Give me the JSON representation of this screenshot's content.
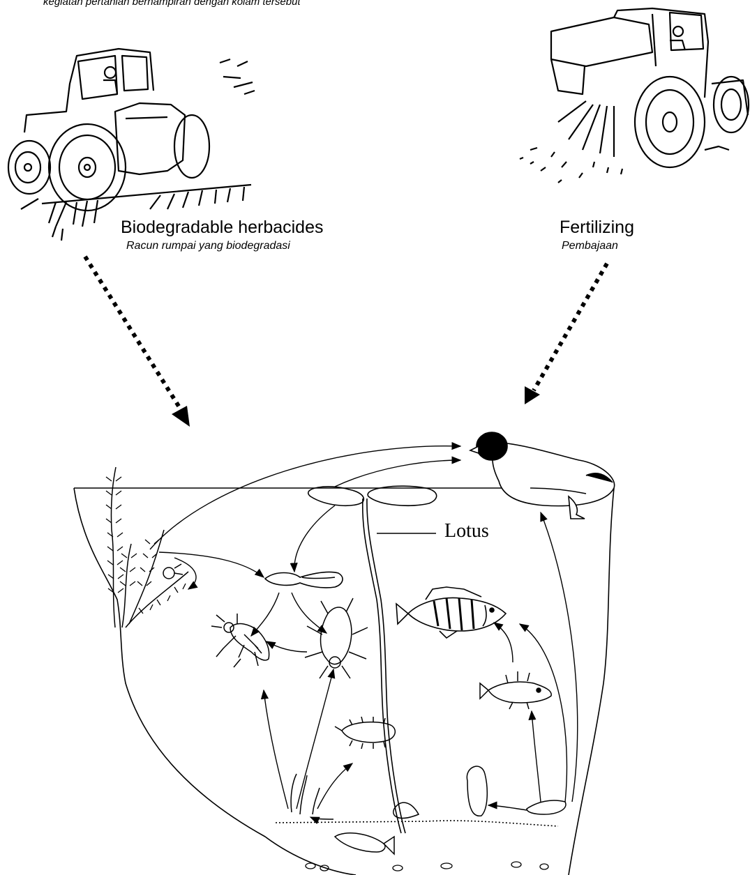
{
  "caption_top": "kegiatan   pertanian berhampiran dengan kolam tersebut",
  "left_activity": {
    "label": "Biodegradable herbacides",
    "sublabel": "Racun rumpai yang biodegradasi"
  },
  "right_activity": {
    "label": "Fertilizing",
    "sublabel": "Pembajaan"
  },
  "pond": {
    "lotus_label": "Lotus"
  }
}
